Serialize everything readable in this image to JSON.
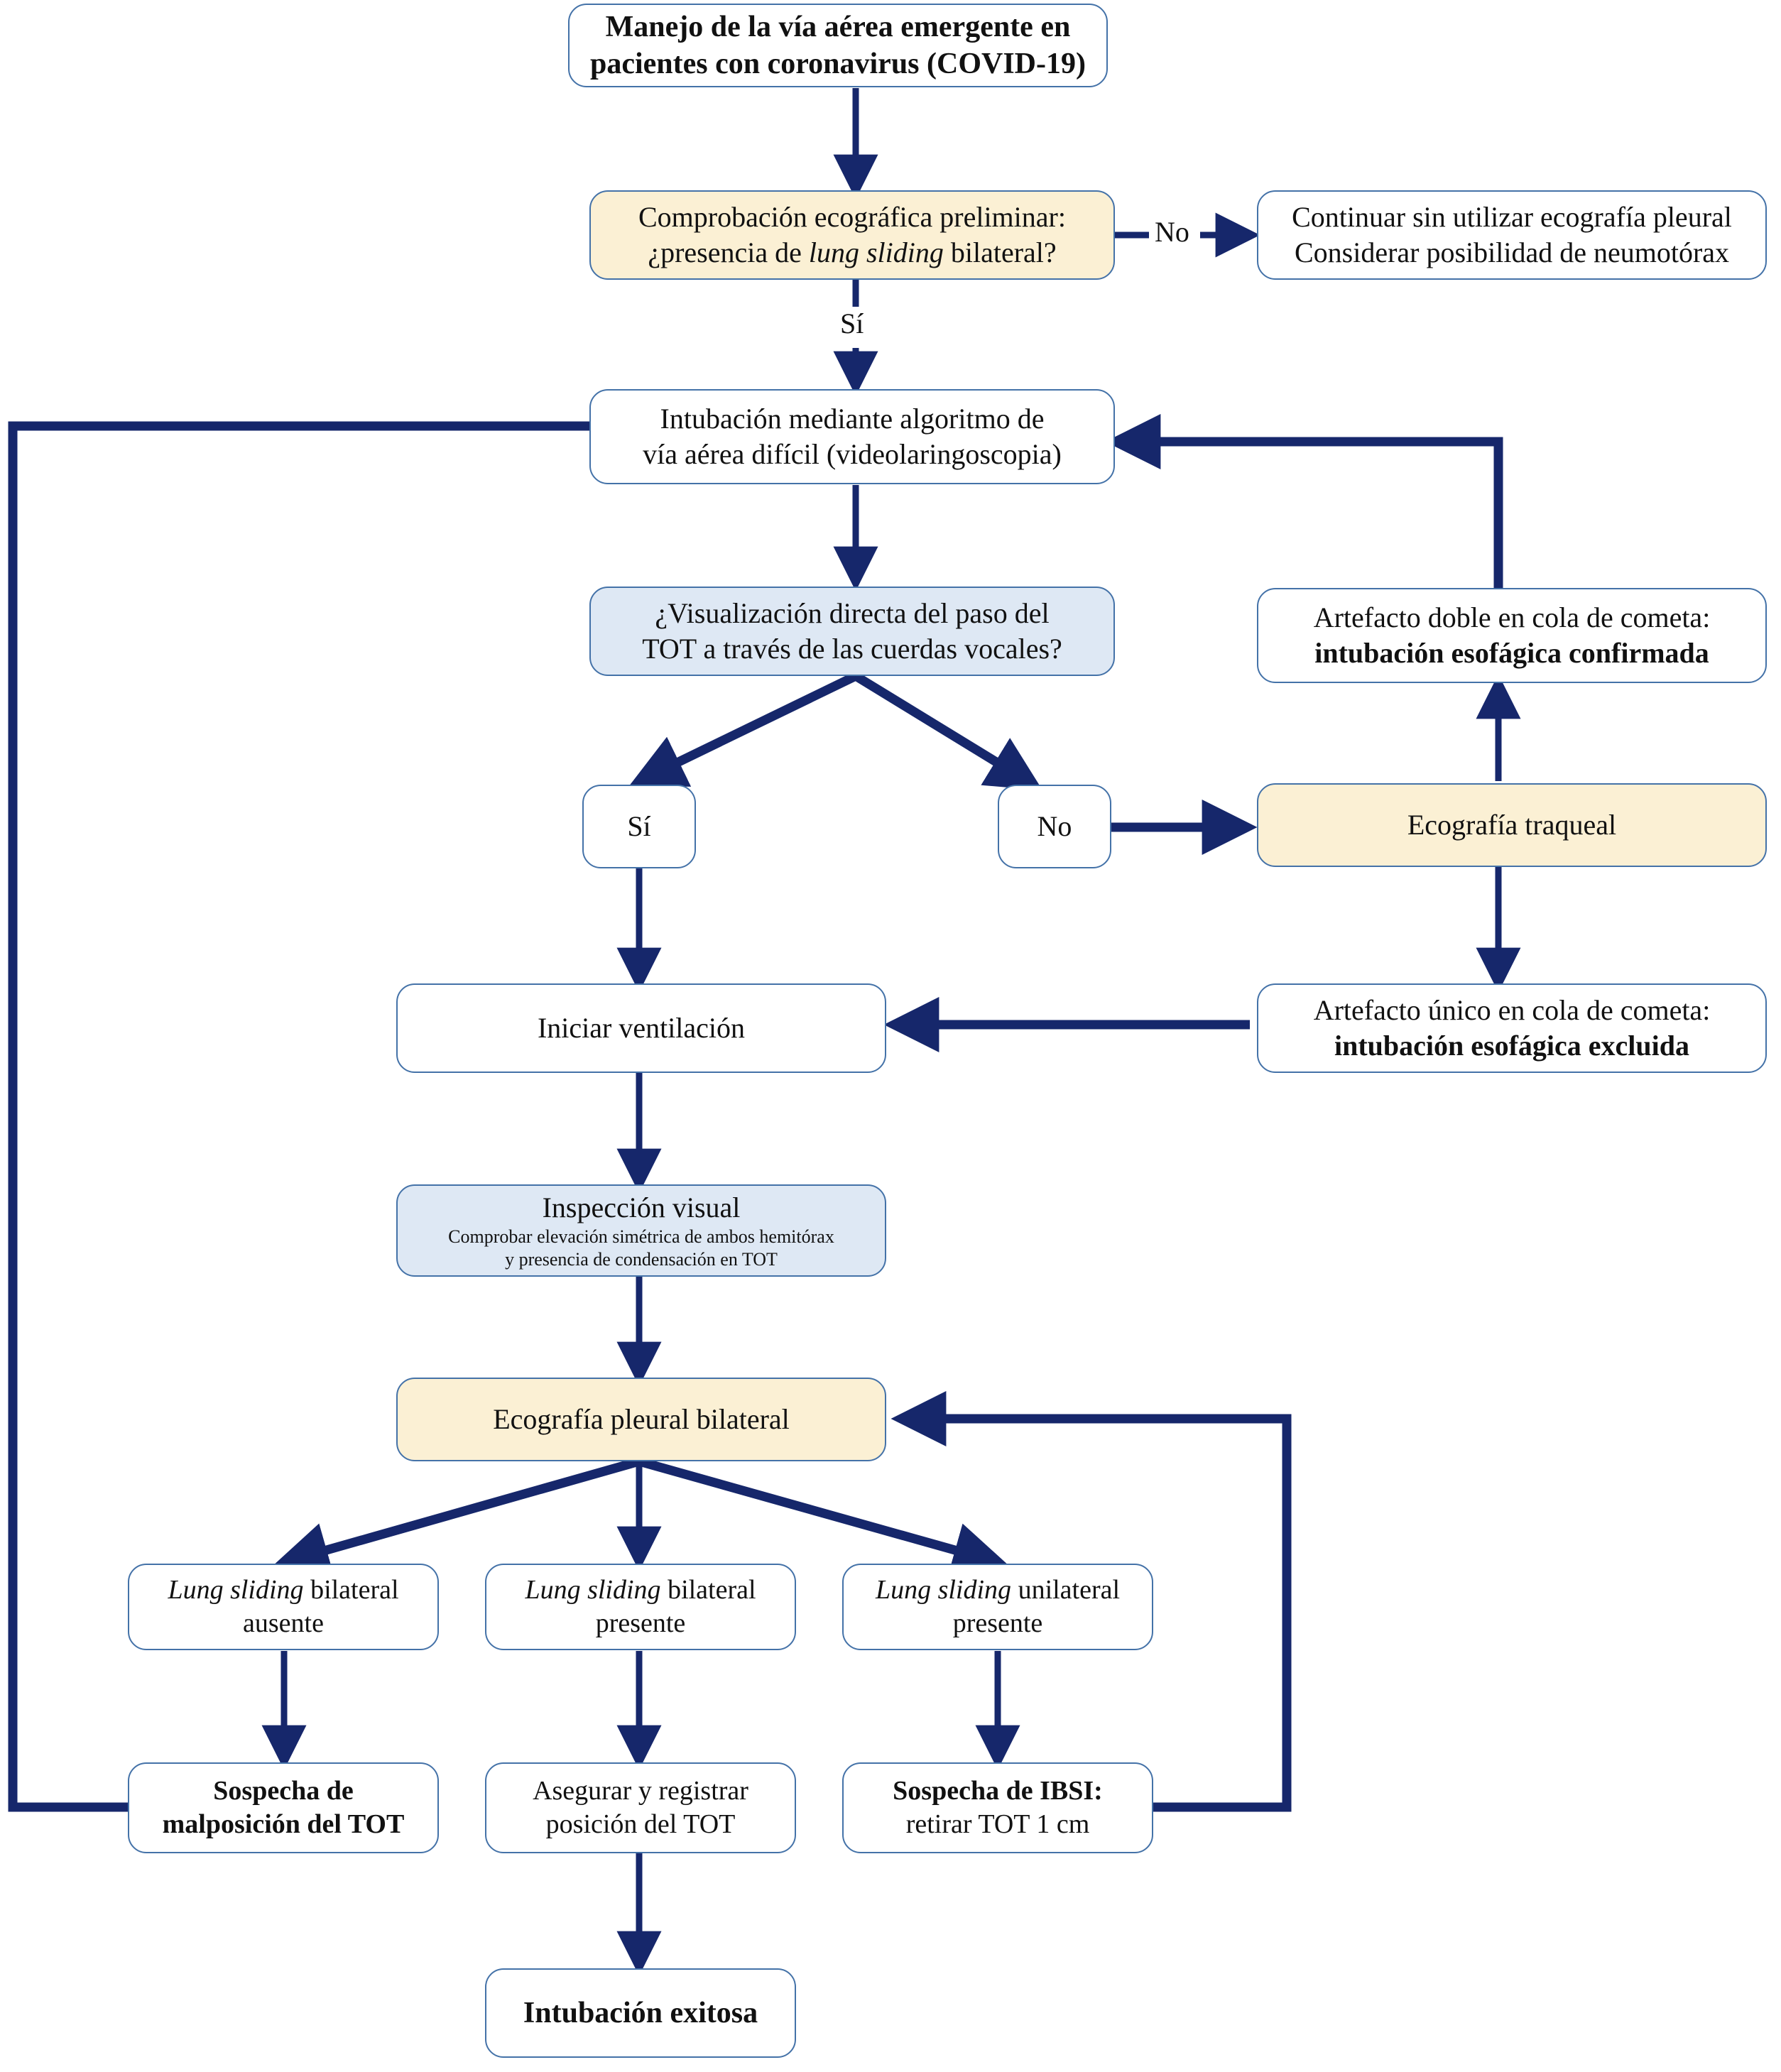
{
  "diagram": {
    "title": "Manejo de la vía aérea emergente en pacientes con coronavirus (COVID-19)",
    "colors": {
      "line": "#16276b",
      "box_border": "#4472a8",
      "fill_yellow": "#fbf0d4",
      "fill_blue": "#dee8f4",
      "fill_white": "#ffffff",
      "text": "#111111"
    },
    "nodes": {
      "title": {
        "line1": "Manejo de la vía aérea emergente en",
        "line2": "pacientes con coronavirus (COVID-19)"
      },
      "preliminary_check": {
        "line1": "Comprobación ecográfica preliminar:",
        "line2_a": "¿presencia de ",
        "line2_b": "lung sliding",
        "line2_c": " bilateral?"
      },
      "continue_without_us": {
        "line1": "Continuar sin utilizar ecografía pleural",
        "line2": "Considerar posibilidad de neumotórax"
      },
      "intubation_algorithm": {
        "line1": "Intubación mediante algoritmo de",
        "line2": "vía aérea difícil (videolaringoscopia)"
      },
      "direct_visualization": {
        "line1": "¿Visualización directa del paso del",
        "line2": "TOT a través de las cuerdas vocales?"
      },
      "double_comet_tail": {
        "line1": "Artefacto doble en cola de cometa:",
        "line2": "intubación esofágica confirmada"
      },
      "yes_branch": {
        "label": "Sí"
      },
      "no_branch": {
        "label": "No"
      },
      "tracheal_us": {
        "label": "Ecografía traqueal"
      },
      "start_ventilation": {
        "label": "Iniciar ventilación"
      },
      "single_comet_tail": {
        "line1": "Artefacto único en cola de cometa:",
        "line2": "intubación esofágica excluida"
      },
      "visual_inspection": {
        "title": "Inspección visual",
        "sub1": "Comprobar elevación simétrica de ambos hemitórax",
        "sub2": "y presencia de condensación en TOT"
      },
      "pleural_us": {
        "label": "Ecografía pleural bilateral"
      },
      "sliding_bilateral_absent": {
        "line1_a": "Lung sliding",
        "line1_b": " bilateral",
        "line2": "ausente"
      },
      "sliding_bilateral_present": {
        "line1_a": "Lung sliding",
        "line1_b": " bilateral",
        "line2": "presente"
      },
      "sliding_unilateral_present": {
        "line1_a": "Lung sliding",
        "line1_b": " unilateral",
        "line2": "presente"
      },
      "suspect_malposition": {
        "line1": "Sospecha de",
        "line2": "malposición del TOT"
      },
      "secure_register": {
        "line1": "Asegurar y registrar",
        "line2": "posición del TOT"
      },
      "suspect_ibsi": {
        "line1": "Sospecha de IBSI:",
        "line2": "retirar TOT 1 cm"
      },
      "successful_intubation": {
        "label": "Intubación exitosa"
      }
    },
    "edge_labels": {
      "no_top": "No",
      "yes_top": "Sí"
    }
  }
}
